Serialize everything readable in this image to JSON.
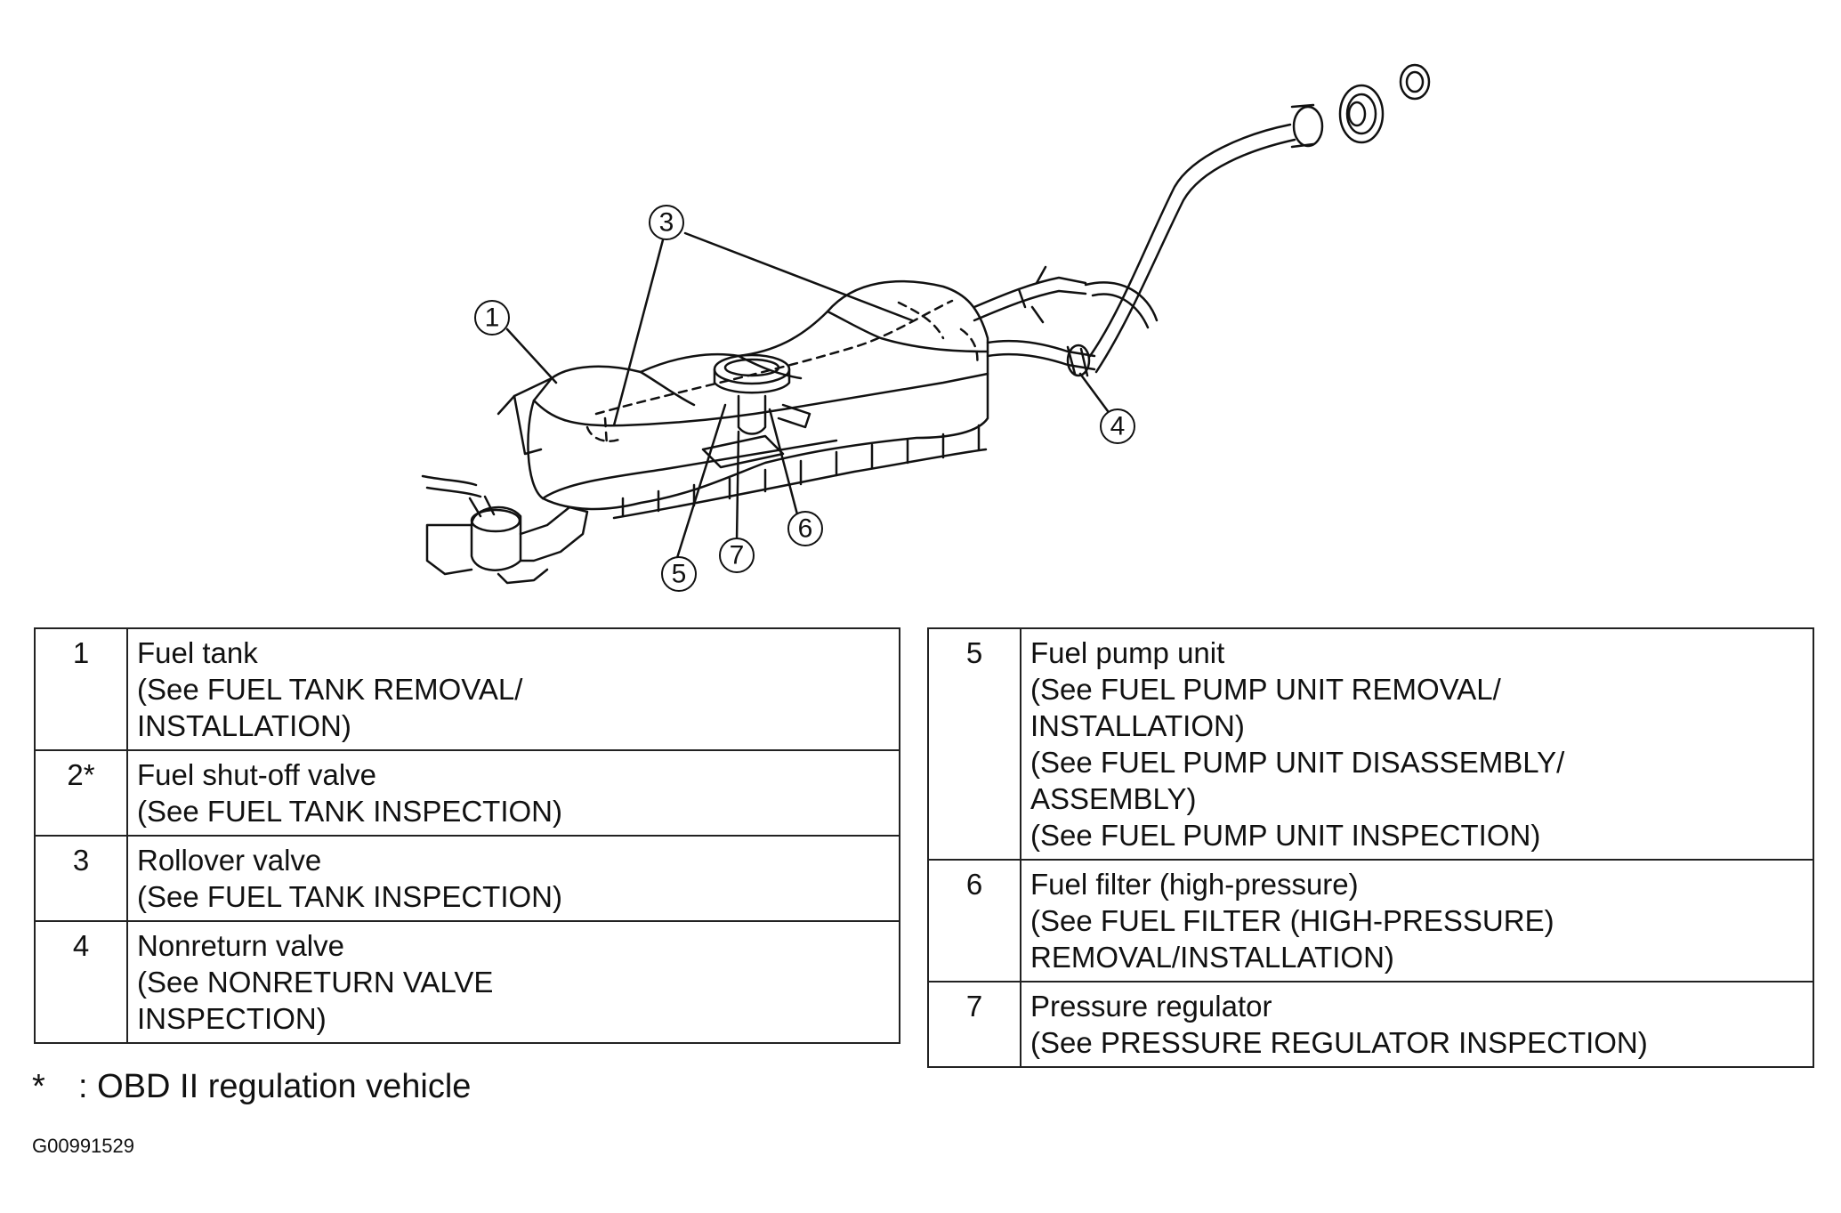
{
  "callouts": [
    "1",
    "3",
    "4",
    "5",
    "6",
    "7"
  ],
  "parts_left": [
    {
      "num": "1",
      "lines": [
        "Fuel tank",
        "(See FUEL TANK REMOVAL/",
        "INSTALLATION)"
      ]
    },
    {
      "num": "2*",
      "lines": [
        "Fuel shut-off valve",
        "(See FUEL TANK INSPECTION)"
      ]
    },
    {
      "num": "3",
      "lines": [
        "Rollover valve",
        "(See FUEL TANK INSPECTION)"
      ]
    },
    {
      "num": "4",
      "lines": [
        "Nonreturn valve",
        "(See NONRETURN VALVE",
        "INSPECTION)"
      ]
    }
  ],
  "parts_right": [
    {
      "num": "5",
      "lines": [
        "Fuel pump unit",
        "(See FUEL PUMP UNIT REMOVAL/",
        "INSTALLATION)",
        "(See FUEL PUMP UNIT DISASSEMBLY/",
        "ASSEMBLY)",
        "(See FUEL PUMP UNIT INSPECTION)"
      ]
    },
    {
      "num": "6",
      "lines": [
        "Fuel filter (high-pressure)",
        "(See FUEL FILTER (HIGH-PRESSURE)",
        "REMOVAL/INSTALLATION)"
      ]
    },
    {
      "num": "7",
      "lines": [
        "Pressure regulator",
        "(See PRESSURE REGULATOR INSPECTION)"
      ]
    }
  ],
  "footnote": {
    "mark": "*",
    "text": ": OBD II regulation vehicle"
  },
  "figure_id": "G00991529"
}
